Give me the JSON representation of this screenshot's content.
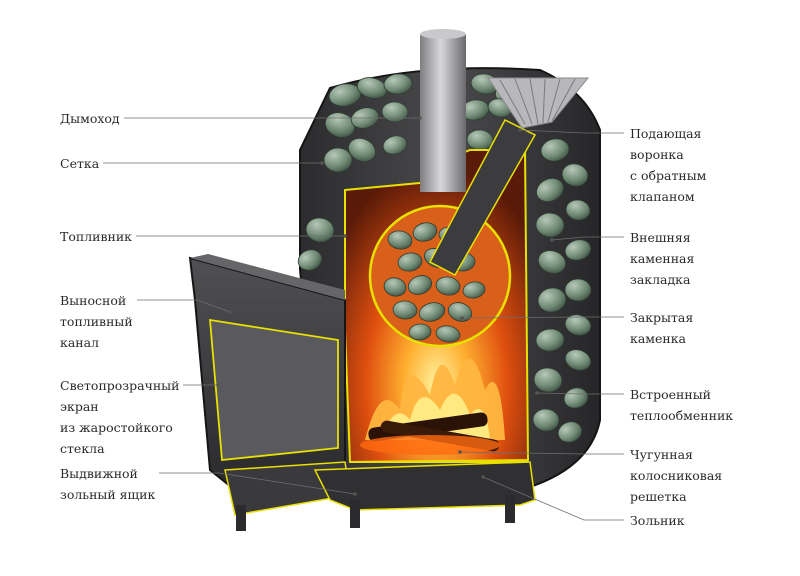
{
  "labels_left": [
    {
      "id": "chimney",
      "lines": [
        "Дымоход"
      ]
    },
    {
      "id": "mesh",
      "lines": [
        "Сетка"
      ]
    },
    {
      "id": "firebox",
      "lines": [
        "Топливник"
      ]
    },
    {
      "id": "fuel-channel",
      "lines": [
        "Выносной",
        "топливный",
        "канал"
      ]
    },
    {
      "id": "glass-screen",
      "lines": [
        "Светопрозрачный",
        "экран",
        "из жаростойкого",
        "стекла"
      ]
    },
    {
      "id": "ash-drawer",
      "lines": [
        "Выдвижной",
        "зольный ящик"
      ]
    }
  ],
  "labels_right": [
    {
      "id": "feed-funnel",
      "lines": [
        "Подающая",
        "воронка",
        "с обратным",
        "клапаном"
      ]
    },
    {
      "id": "outer-stones",
      "lines": [
        "Внешняя",
        "каменная",
        "закладка"
      ]
    },
    {
      "id": "closed-stones",
      "lines": [
        "Закрытая",
        "каменка"
      ]
    },
    {
      "id": "heat-exchanger",
      "lines": [
        "Встроенный",
        "теплообменник"
      ]
    },
    {
      "id": "cast-grate",
      "lines": [
        "Чугунная",
        "колосниковая",
        "решетка"
      ]
    },
    {
      "id": "ash-pit",
      "lines": [
        "Зольник"
      ]
    }
  ],
  "colors": {
    "text": "#2a2a2a",
    "leader": "#6e6e6e",
    "steel": "#3a3a3c",
    "steel_dark": "#232325",
    "stone": "#6f8a74",
    "flame": "#ff8a1c",
    "outline": "#e8e000"
  }
}
